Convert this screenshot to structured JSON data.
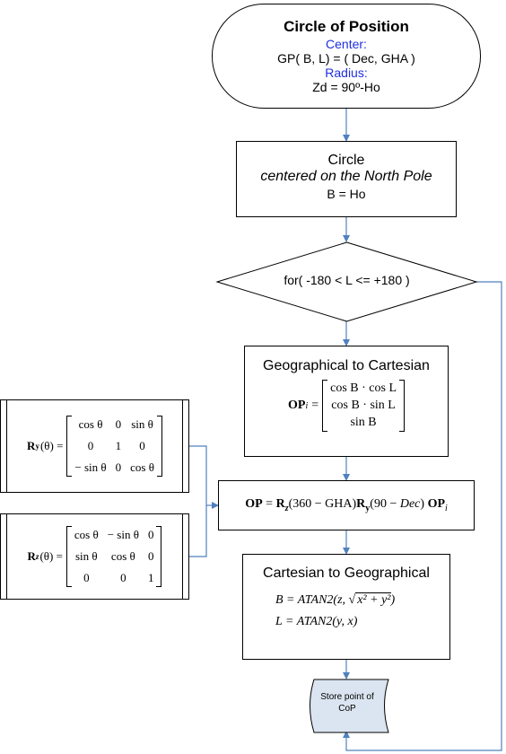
{
  "circle_of_position": {
    "title": "Circle of Position",
    "center_label": "Center:",
    "center_value": "GP( B, L)  = ( Dec, GHA )",
    "radius_label": "Radius:",
    "radius_value": "Zd = 90º-Ho"
  },
  "circle_north": {
    "line1": "Circle",
    "line2": "centered on the North Pole",
    "line3": "B = Ho"
  },
  "loop": {
    "condition": "for( -180 < L <= +180 )"
  },
  "geo_to_cart": {
    "title": "Geographical to Cartesian",
    "lhs": "OP",
    "lhs_sub": "i",
    "eq": "=",
    "rows": [
      "cos B · cos L",
      "cos B · sin L",
      "sin B"
    ]
  },
  "transform": {
    "op": "OP",
    "eq": " = ",
    "rz": "R",
    "rz_sub": "z",
    "rz_arg": "(360 − GHA)",
    "ry": "R",
    "ry_sub": "y",
    "ry_arg_open": "(90 − ",
    "ry_arg_var": "Dec",
    "ry_arg_close": ")",
    "opi": "OP",
    "opi_sub": "i"
  },
  "cart_to_geo": {
    "title": "Cartesian to Geographical",
    "b_lhs": "B = ATAN2(z, ",
    "b_sqrt": "x² + y²",
    "b_close": ")",
    "l_line": "L = ATAN2(y, x)"
  },
  "store": {
    "line1": "Store point of",
    "line2": "CoP"
  },
  "ry_matrix": {
    "name": "R",
    "sub": "y",
    "arg": "(θ) =",
    "cells": [
      "cos θ",
      "0",
      "sin θ",
      "0",
      "1",
      "0",
      "− sin θ",
      "0",
      "cos θ"
    ]
  },
  "rz_matrix": {
    "name": "R",
    "sub": "z",
    "arg": "(θ) =",
    "cells": [
      "cos θ",
      "− sin θ",
      "0",
      "sin θ",
      "cos θ",
      "0",
      "0",
      "0",
      "1"
    ]
  },
  "colors": {
    "connector": "#4f81bd",
    "label_blue": "#1f2fe0",
    "store_fill": "#dbe5f1"
  }
}
